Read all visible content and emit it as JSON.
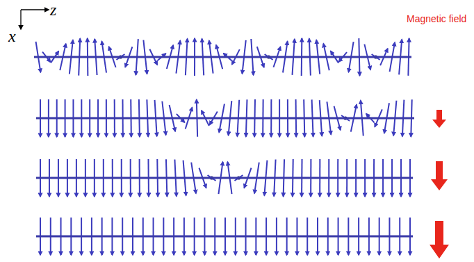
{
  "diagram": {
    "labels": [
      "z",
      "x",
      "Magnetic field"
    ]
  }
}
